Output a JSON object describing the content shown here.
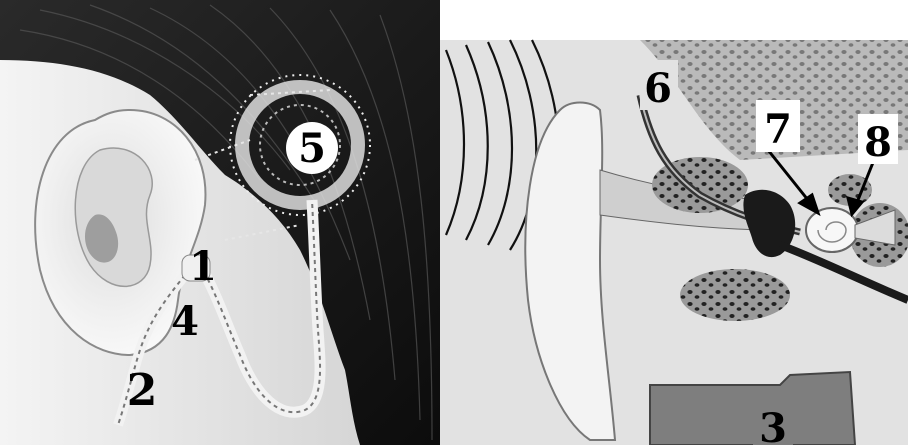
{
  "figure": {
    "left_panel": {
      "labels": {
        "one": "1",
        "two": "2",
        "four": "4",
        "five": "5"
      }
    },
    "right_panel": {
      "labels": {
        "three": "3",
        "six": "6",
        "seven": "7",
        "eight": "8"
      }
    }
  }
}
